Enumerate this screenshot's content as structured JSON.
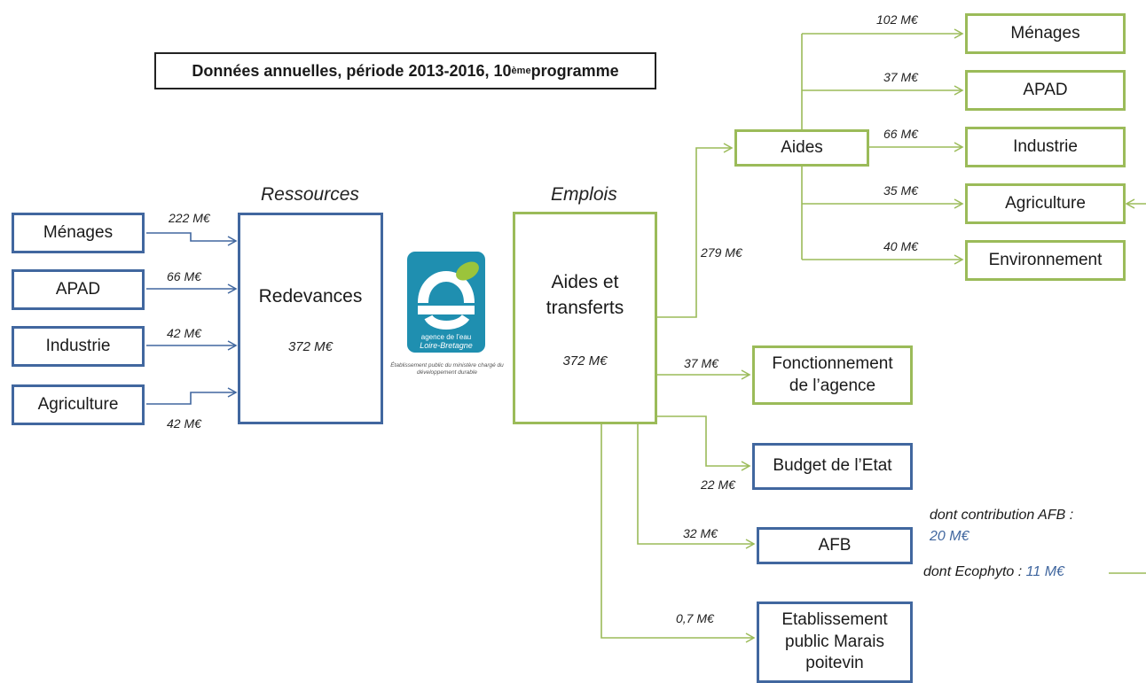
{
  "title": {
    "main": "Données annuelles,  période 2013-2016, 10",
    "sup": "ème",
    "end": " programme"
  },
  "ressources": {
    "heading": "Ressources",
    "main_label": "Redevances",
    "main_value": "372 M€",
    "sources": [
      {
        "label": "Ménages",
        "value": "222 M€"
      },
      {
        "label": "APAD",
        "value": "66 M€"
      },
      {
        "label": "Industrie",
        "value": "42 M€"
      },
      {
        "label": "Agriculture",
        "value": "42 M€"
      }
    ]
  },
  "emplois": {
    "heading": "Emplois",
    "main_label": "Aides et transferts",
    "main_value": "372 M€",
    "aides_value": "279 M€",
    "aides_label": "Aides",
    "aides_targets": [
      {
        "label": "Ménages",
        "value": "102 M€"
      },
      {
        "label": "APAD",
        "value": "37 M€"
      },
      {
        "label": "Industrie",
        "value": "66 M€"
      },
      {
        "label": "Agriculture",
        "value": "35 M€"
      },
      {
        "label": "Environnement",
        "value": "40 M€"
      }
    ],
    "fonctionnement": {
      "label": "Fonctionnement de l’agence",
      "value": "37 M€"
    },
    "budget": {
      "label": "Budget de l’Etat",
      "value": "22 M€"
    },
    "afb": {
      "label": "AFB",
      "value": "32 M€"
    },
    "marais": {
      "label": "Etablissement public Marais poitevin",
      "value": "0,7 M€"
    }
  },
  "notes": {
    "afb_contribution_label": "dont contribution AFB :",
    "afb_contribution_value": "20 M€",
    "ecophyto_label": "dont Ecophyto : ",
    "ecophyto_value": "11 M€"
  },
  "logo": {
    "line1": "agence de l’eau",
    "line2": "Loire-Bretagne",
    "tagline": "Établissement public du ministère chargé du développement durable",
    "colors": {
      "blue": "#1f8fb0",
      "green": "#9bc43b"
    }
  },
  "colors": {
    "blue": "#41679f",
    "green": "#9bbb59",
    "note": "#41679f"
  }
}
